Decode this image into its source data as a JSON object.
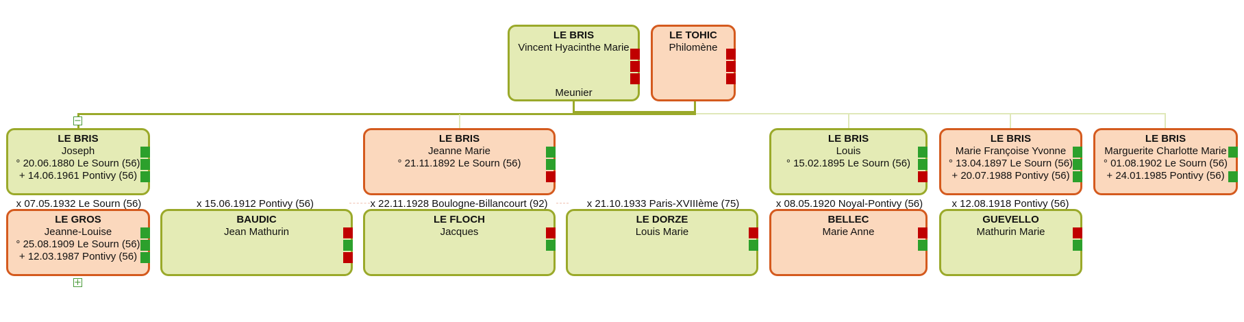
{
  "parents": {
    "father": {
      "surname": "LE BRIS",
      "given": "Vincent Hyacinthe Marie",
      "occupation": "Meunier",
      "marks": [
        "r",
        "r",
        "r"
      ]
    },
    "mother": {
      "surname": "LE TOHIC",
      "given": "Philomène",
      "marks": [
        "r",
        "r",
        "r"
      ]
    }
  },
  "children": [
    {
      "surname": "LE BRIS",
      "given": "Joseph",
      "birth": "° 20.06.1880 Le Sourn (56)",
      "death": "+ 14.06.1961 Pontivy (56)",
      "marks": [
        "g",
        "g",
        "g"
      ]
    },
    {
      "surname": "LE BRIS",
      "given": "Jeanne Marie",
      "birth": "° 21.11.1892 Le Sourn (56)",
      "marks": [
        "g",
        "g",
        "r"
      ]
    },
    {
      "surname": "LE BRIS",
      "given": "Louis",
      "birth": "° 15.02.1895 Le Sourn (56)",
      "marks": [
        "g",
        "g",
        "r"
      ]
    },
    {
      "surname": "LE BRIS",
      "given": "Marie Françoise Yvonne",
      "birth": "° 13.04.1897 Le Sourn (56)",
      "death": "+ 20.07.1988 Pontivy (56)",
      "marks": [
        "g",
        "g",
        "g"
      ]
    },
    {
      "surname": "LE BRIS",
      "given": "Marguerite Charlotte Marie",
      "birth": "° 01.08.1902 Le Sourn (56)",
      "death": "+ 24.01.1985 Pontivy (56)",
      "marks": [
        "g",
        "",
        "g"
      ]
    }
  ],
  "marriages": [
    "x 07.05.1932 Le Sourn (56)",
    "x 15.06.1912 Pontivy (56)",
    "x 22.11.1928 Boulogne-Billancourt (92)",
    "x 21.10.1933 Paris-XVIIIème (75)",
    "x 08.05.1920 Noyal-Pontivy (56)",
    "x 12.08.1918 Pontivy (56)"
  ],
  "spouses": [
    {
      "surname": "LE GROS",
      "given": "Jeanne-Louise",
      "birth": "° 25.08.1909 Le Sourn (56)",
      "death": "+ 12.03.1987 Pontivy (56)",
      "marks": [
        "g",
        "g",
        "g"
      ]
    },
    {
      "surname": "BAUDIC",
      "given": "Jean Mathurin",
      "marks": [
        "r",
        "g",
        "r"
      ]
    },
    {
      "surname": "LE FLOCH",
      "given": "Jacques",
      "marks": [
        "r",
        "g"
      ]
    },
    {
      "surname": "LE DORZE",
      "given": "Louis Marie",
      "marks": [
        "r",
        "g"
      ]
    },
    {
      "surname": "BELLEC",
      "given": "Marie Anne",
      "marks": [
        "r",
        "g"
      ]
    },
    {
      "surname": "GUEVELLO",
      "given": "Mathurin Marie",
      "marks": [
        "r",
        "g"
      ]
    }
  ],
  "toggles": {
    "collapse": "−",
    "expand": "+"
  },
  "colors": {
    "male_fill": "#e4ebb5",
    "male_border": "#9aa92a",
    "female_fill": "#fbd8bd",
    "female_border": "#d45a1e",
    "mark_green": "#2ca02c",
    "mark_red": "#c00000"
  }
}
